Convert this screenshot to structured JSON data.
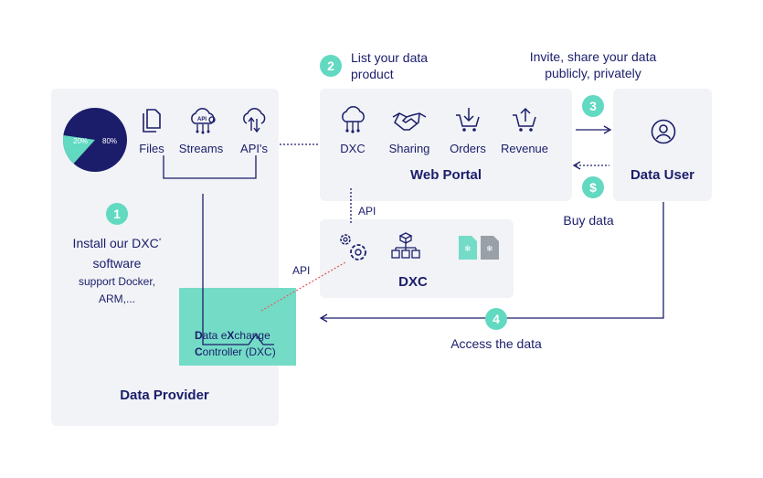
{
  "provider": {
    "title": "Data Provider",
    "pie": {
      "left_label": "20%",
      "right_label": "80%",
      "values": [
        20,
        80
      ]
    },
    "sources": [
      {
        "icon": "files-icon",
        "label": "Files"
      },
      {
        "icon": "streams-icon",
        "label": "Streams",
        "icon_text": "API"
      },
      {
        "icon": "apis-icon",
        "label": "API's"
      }
    ],
    "step1": {
      "number": "1",
      "line1": "Install our DXC",
      "sup": "*",
      "line2": "software",
      "line3": "support Docker,",
      "line4": "ARM,..."
    },
    "controller": {
      "line1_bold": "D",
      "line1_a": "ata e",
      "line1_bold2": "X",
      "line1_b": "change",
      "line2_bold": "C",
      "line2_rest": "ontroller (DXC)"
    }
  },
  "portal": {
    "title": "Web Portal",
    "items": [
      {
        "icon": "cloud-network-icon",
        "label": "DXC"
      },
      {
        "icon": "handshake-icon",
        "label": "Sharing"
      },
      {
        "icon": "cart-download-icon",
        "label": "Orders"
      },
      {
        "icon": "cart-upload-icon",
        "label": "Revenue"
      }
    ]
  },
  "step2": {
    "number": "2",
    "line1": "List your data",
    "line2": "product"
  },
  "step3": {
    "number": "3",
    "line1": "Invite, share your data",
    "line2": "publicly, privately"
  },
  "user": {
    "title": "Data User",
    "icon": "user-icon"
  },
  "buy": {
    "icon_text": "$",
    "label": "Buy data"
  },
  "dxc": {
    "title": "DXC",
    "icons": [
      "gears-icon",
      "hierarchy-icon",
      "documents-icon"
    ]
  },
  "api_top": "API",
  "api_left": "API",
  "step4": {
    "number": "4",
    "label": "Access the data"
  },
  "colors": {
    "navy": "#1b1d6b",
    "teal": "#62d9c1",
    "panel": "#f1f3f6",
    "red_dotted": "#e05a5a"
  }
}
